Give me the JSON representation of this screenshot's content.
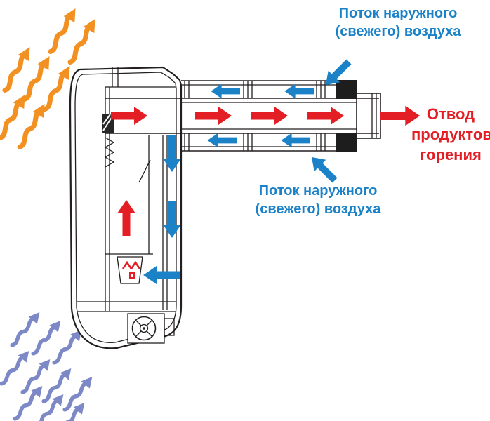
{
  "diagram": {
    "labels": {
      "fresh_air_top": {
        "line1": "Поток наружного",
        "line2": "(свежего) воздуха"
      },
      "fresh_air_mid": {
        "line1": "Поток наружного",
        "line2": "(свежего) воздуха"
      },
      "exhaust": {
        "line1": "Отвод",
        "line2": "продуктов",
        "line3": "горения"
      }
    },
    "colors": {
      "exhaust_red": "#e31e24",
      "fresh_blue": "#1b82c8",
      "warm_orange": "#f29122",
      "cool_periwinkle": "#7d88c6",
      "line_black": "#231f20"
    }
  }
}
